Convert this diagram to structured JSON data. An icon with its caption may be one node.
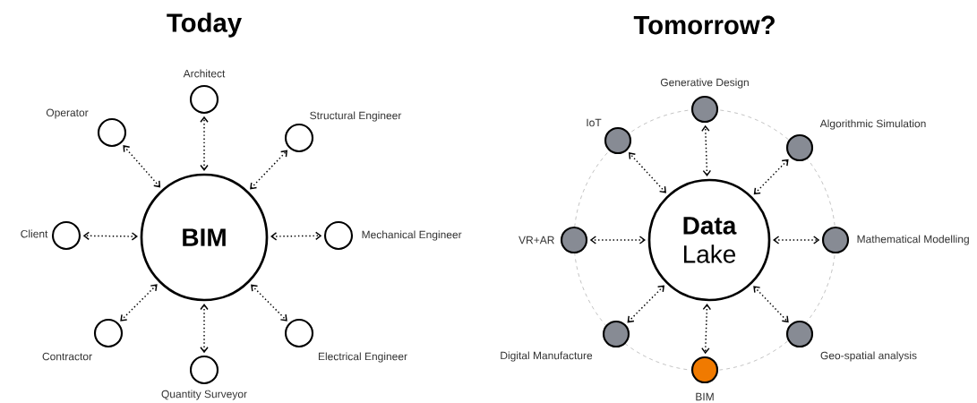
{
  "diagram": {
    "nodes": [
      {
        "text": [
          "BIM"
        ]
      },
      {
        "text": [
          "Architect"
        ]
      },
      {
        "text": [
          "Operator"
        ]
      },
      {
        "text": [
          "Structural Engineer"
        ]
      },
      {
        "text": [
          "Client"
        ]
      },
      {
        "text": [
          "Mechanical Engineer"
        ]
      },
      {
        "text": [
          "Contractor"
        ]
      },
      {
        "text": [
          "Quantity Surveyor"
        ]
      },
      {
        "text": [
          "Electrical Engineer"
        ]
      },
      {
        "text": [
          "Data",
          "Lake"
        ]
      },
      {
        "text": [
          "Generative Design"
        ]
      },
      {
        "text": [
          "IoT"
        ]
      },
      {
        "text": [
          "Algorithmic Simulation"
        ]
      },
      {
        "text": [
          "VR+AR"
        ]
      },
      {
        "text": [
          "Mathematical Modelling"
        ]
      },
      {
        "text": [
          "Digital Manufacture"
        ]
      },
      {
        "text": [
          "BIM"
        ]
      },
      {
        "text": [
          "Geo-spatial analysis"
        ]
      }
    ],
    "edges": [
      {
        "from": 0,
        "to": 1,
        "arrow": "both"
      },
      {
        "from": 0,
        "to": 2,
        "arrow": "both"
      },
      {
        "from": 0,
        "to": 3,
        "arrow": "both"
      },
      {
        "from": 0,
        "to": 4,
        "arrow": "both"
      },
      {
        "from": 0,
        "to": 5,
        "arrow": "both"
      },
      {
        "from": 0,
        "to": 6,
        "arrow": "both"
      },
      {
        "from": 0,
        "to": 7,
        "arrow": "both"
      },
      {
        "from": 0,
        "to": 8,
        "arrow": "both"
      },
      {
        "from": 9,
        "to": 10,
        "arrow": "both"
      },
      {
        "from": 9,
        "to": 11,
        "arrow": "both"
      },
      {
        "from": 9,
        "to": 12,
        "arrow": "both"
      },
      {
        "from": 9,
        "to": 13,
        "arrow": "both"
      },
      {
        "from": 9,
        "to": 14,
        "arrow": "both"
      },
      {
        "from": 9,
        "to": 15,
        "arrow": "both"
      },
      {
        "from": 9,
        "to": 16,
        "arrow": "both"
      },
      {
        "from": 9,
        "to": 17,
        "arrow": "both"
      }
    ],
    "labels": [
      "Today",
      "Tomorrow?"
    ]
  }
}
